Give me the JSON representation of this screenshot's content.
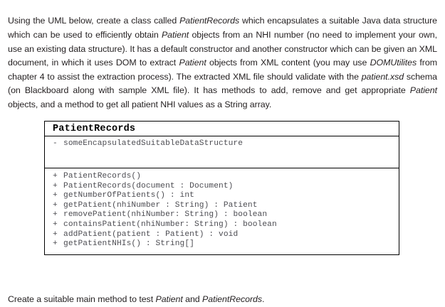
{
  "document": {
    "intro_paragraph_runs": [
      {
        "text": "Using the UML below, create a class called ",
        "italic": false
      },
      {
        "text": "PatientRecords",
        "italic": true
      },
      {
        "text": " which encapsulates a suitable Java data structure which can be used to efficiently obtain ",
        "italic": false
      },
      {
        "text": "Patient",
        "italic": true
      },
      {
        "text": " objects from an NHI number (no need to implement your own, use an existing data structure). It has a default constructor and another constructor which can be given an XML document, in which it uses DOM to extract ",
        "italic": false
      },
      {
        "text": "Patient",
        "italic": true
      },
      {
        "text": " objects from XML content (you may use ",
        "italic": false
      },
      {
        "text": "DOMUtilites",
        "italic": true
      },
      {
        "text": " from chapter 4 to assist the extraction process).  The extracted XML file should validate with the ",
        "italic": false
      },
      {
        "text": "patient.xsd",
        "italic": true
      },
      {
        "text": " schema (on Blackboard along with sample XML file).  It has methods to add, remove and get appropriate ",
        "italic": false
      },
      {
        "text": "Patient",
        "italic": true
      },
      {
        "text": " objects, and a method to get all patient NHI values as a String array.",
        "italic": false
      }
    ],
    "outro_paragraph_runs": [
      {
        "text": "Create a suitable main method to test ",
        "italic": false
      },
      {
        "text": "Patient",
        "italic": true
      },
      {
        "text": " and ",
        "italic": false
      },
      {
        "text": "PatientRecords",
        "italic": true
      },
      {
        "text": ".",
        "italic": false
      }
    ]
  },
  "uml": {
    "class_name": "PatientRecords",
    "attributes": [
      {
        "visibility": "-",
        "signature": "someEncapsulatedSuitableDataStructure"
      }
    ],
    "methods": [
      {
        "visibility": "+",
        "signature": "PatientRecords()"
      },
      {
        "visibility": "+",
        "signature": "PatientRecords(document : Document)"
      },
      {
        "visibility": "+",
        "signature": "getNumberOfPatients() : int"
      },
      {
        "visibility": "+",
        "signature": "getPatient(nhiNumber : String) : Patient"
      },
      {
        "visibility": "+",
        "signature": "removePatient(nhiNumber: String) : boolean"
      },
      {
        "visibility": "+",
        "signature": "containsPatient(nhiNumber: String) : boolean"
      },
      {
        "visibility": "+",
        "signature": "addPatient(patient : Patient) : void"
      },
      {
        "visibility": "+",
        "signature": "getPatientNHIs() : String[]"
      }
    ]
  },
  "colors": {
    "text": "#231f20",
    "uml_border": "#000000",
    "uml_title": "#000000",
    "uml_member": "#4c4c52",
    "background": "#ffffff"
  }
}
